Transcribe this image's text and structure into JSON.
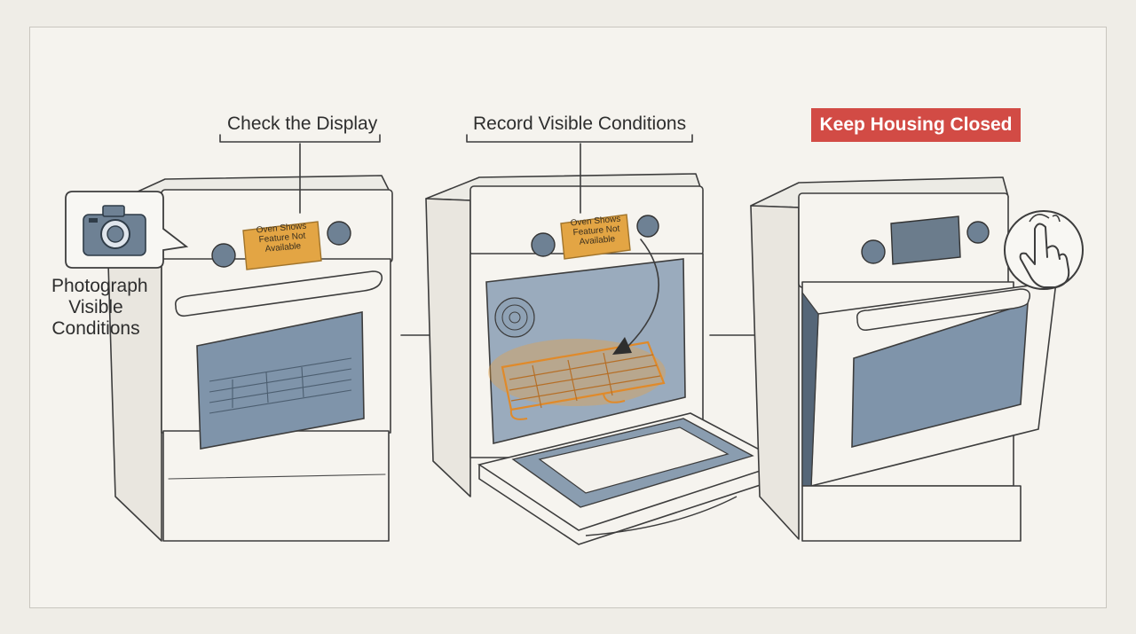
{
  "steps": [
    {
      "title": "Check the Display",
      "display_text": "Oven Shows Feature Not Available"
    },
    {
      "title": "Record Visible Conditions",
      "display_text": "Oven Shows Feature Not Available"
    },
    {
      "title": "Keep Housing Closed"
    }
  ],
  "photo_note": {
    "label": "Photograph Visible Conditions",
    "icon": "camera-icon"
  },
  "touch_icon": "hand-touch-icon",
  "colors": {
    "background": "#efede7",
    "frame": "#f5f3ee",
    "warning": "#d24b45",
    "display": "#e3a544",
    "glass": "#7f94aa",
    "highlight": "#f0a037"
  }
}
